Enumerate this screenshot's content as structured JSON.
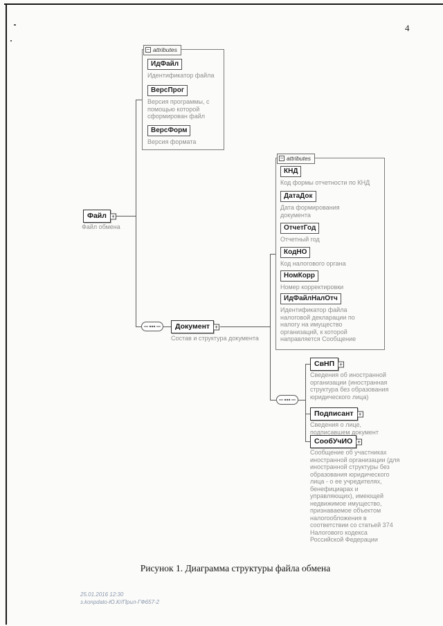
{
  "page": {
    "number": "4",
    "figure_caption": "Рисунок 1. Диаграмма структуры файла обмена",
    "footer_line1": "25.01.2016 12:30",
    "footer_line2": "з.konpdato-Ю.К//Прил-ГФ657-2"
  },
  "icons": {
    "collapse_glyph": "−",
    "expand_glyph": "+"
  },
  "diagram": {
    "attributes_label": "attributes",
    "root": {
      "name": "Файл",
      "caption": "Файл обмена"
    },
    "file_attributes": [
      {
        "name": "ИдФайл",
        "caption": "Идентификатор файла"
      },
      {
        "name": "ВерсПрог",
        "caption": "Версия программы, с помощью которой сформирован файл"
      },
      {
        "name": "ВерсФорм",
        "caption": "Версия формата"
      }
    ],
    "document": {
      "name": "Документ",
      "caption": "Состав и структура документа"
    },
    "document_attributes": [
      {
        "name": "КНД",
        "caption": "Код формы отчетности по КНД"
      },
      {
        "name": "ДатаДок",
        "caption": "Дата формирования документа"
      },
      {
        "name": "ОтчетГод",
        "caption": "Отчетный год"
      },
      {
        "name": "КодНО",
        "caption": "Код налогового органа"
      },
      {
        "name": "НомКорр",
        "caption": "Номер корректировки"
      },
      {
        "name": "ИдФайлНалОтч",
        "caption": "Идентификатор файла налоговой декларации по налогу на имущество организаций, к которой направляется Сообщение"
      }
    ],
    "children": [
      {
        "name": "СвНП",
        "caption": "Сведения об иностранной организации (иностранная структура без образования юридического лица)"
      },
      {
        "name": "Подписант",
        "caption": "Сведения о лице, подписавшем документ"
      },
      {
        "name": "СообУчИО",
        "caption": "Сообщение об участниках иностранной организации (для иностранной структуры без образования юридического лица - о ее учредителях, бенефициарах и управляющих), имеющей недвижимое имущество, признаваемое объектом налогообложения в соответствии со статьей 374 Налогового кодекса Российской Федерации"
      }
    ]
  }
}
